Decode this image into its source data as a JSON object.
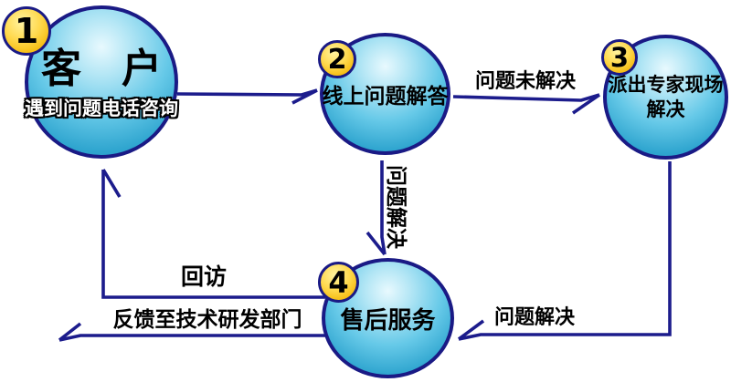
{
  "flowchart": {
    "nodes": [
      {
        "id": "customer",
        "badge": "1",
        "title": "客　户",
        "subtitle": "遇到问题电话咨询"
      },
      {
        "id": "online-support",
        "badge": "2",
        "lines": [
          "线上问题解答"
        ]
      },
      {
        "id": "onsite-expert",
        "badge": "3",
        "lines": [
          "派出专家现场",
          "解决"
        ]
      },
      {
        "id": "after-sales",
        "badge": "4",
        "lines": [
          "售后服务"
        ]
      }
    ],
    "edges": [
      {
        "from": "customer",
        "to": "online-support",
        "label": ""
      },
      {
        "from": "online-support",
        "to": "onsite-expert",
        "label": "问题未解决"
      },
      {
        "from": "online-support",
        "to": "after-sales",
        "label": "问题解决"
      },
      {
        "from": "onsite-expert",
        "to": "after-sales",
        "label": "问题解决"
      },
      {
        "from": "after-sales",
        "to": "customer",
        "label": "回访"
      },
      {
        "from": "after-sales",
        "to": "offpage-left",
        "label": "反馈至技术研发部门"
      }
    ],
    "colors": {
      "arrow_line": "#1c1c8c",
      "sphere_border": "#1a1a85",
      "sphere_highlight": "#e8f9fe",
      "sphere_mid": "#66c9e8",
      "sphere_deep": "#1f8fba",
      "badge_fill_light": "#ffd94e",
      "badge_fill_deep": "#eaa800",
      "text": "#000000",
      "subtitle_text": "#ffffff",
      "background": "#ffffff"
    }
  }
}
